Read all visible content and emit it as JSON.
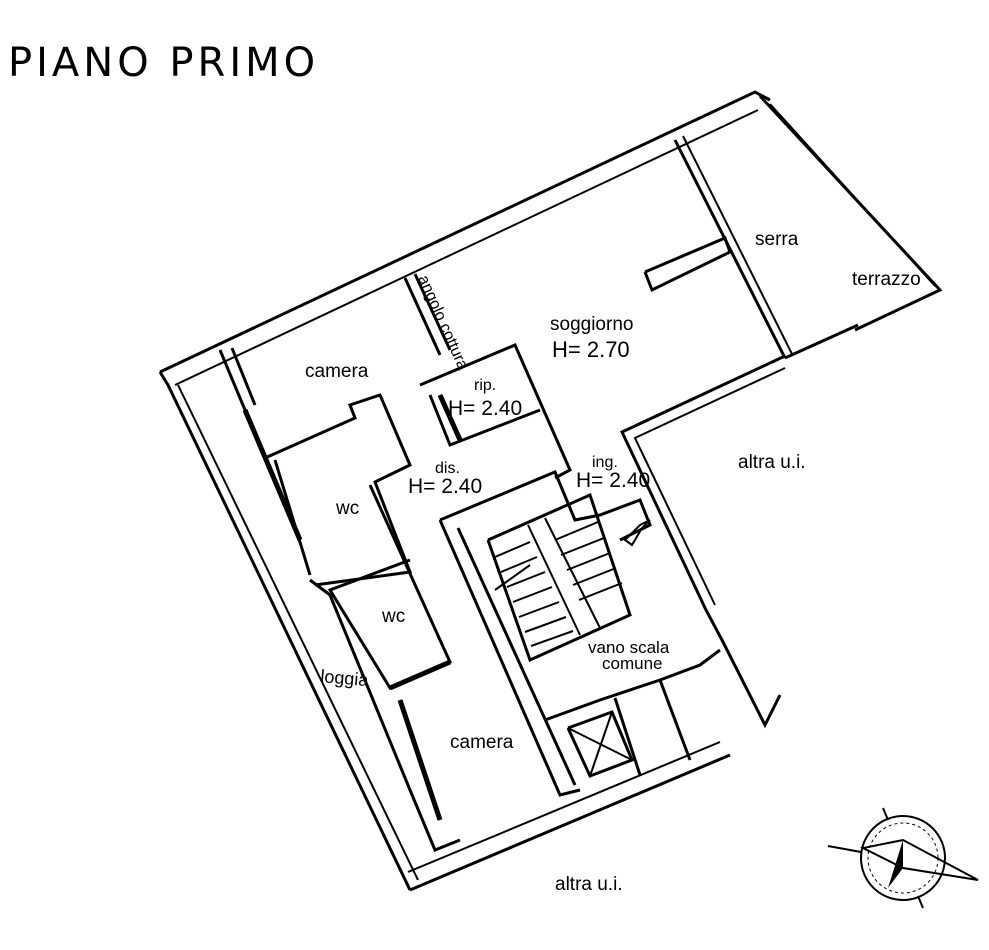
{
  "title": "PIANO PRIMO",
  "rooms": {
    "serra": "serra",
    "terrazzo": "terrazzo",
    "angolo_cottura": "angolo cottura",
    "soggiorno": "soggiorno",
    "soggiorno_h": "H= 2.70",
    "camera_top": "camera",
    "rip": "rip.",
    "rip_h": "H= 2.40",
    "dis": "dis.",
    "dis_h": "H= 2.40",
    "ing": "ing.",
    "ing_h": "H= 2.40",
    "altra_ui_right": "altra u.i.",
    "wc_1": "wc",
    "wc_2": "wc",
    "vano_scala": "vano scala",
    "comune": "comune",
    "loggia": "loggia",
    "camera_bottom": "camera",
    "altra_ui_bottom": "altra u.i."
  },
  "icons": {
    "compass": "north-arrow-compass",
    "entrance": "entrance-arrow"
  }
}
